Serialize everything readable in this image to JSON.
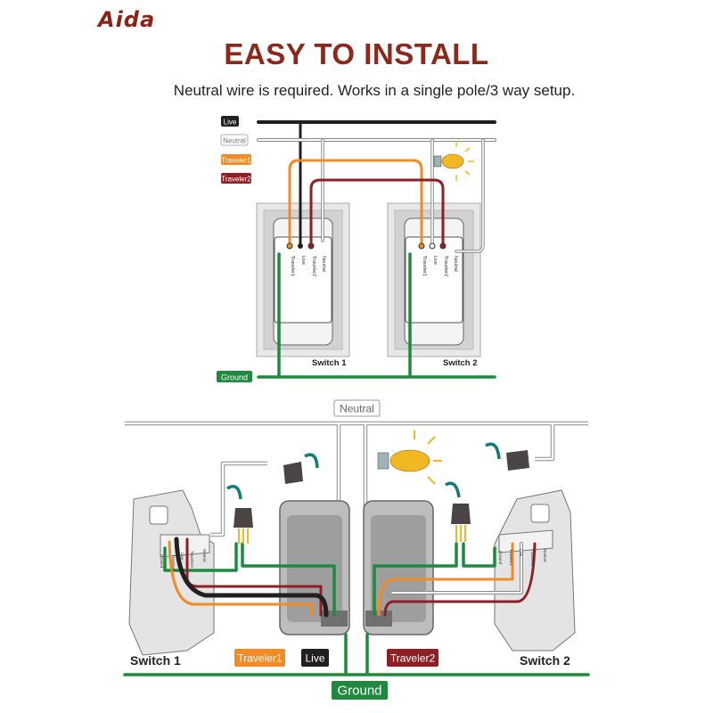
{
  "brand": {
    "logo": "Aida"
  },
  "header": {
    "title": "EASY TO INSTALL",
    "subtitle": "Neutral wire is required. Works in a single pole/3 way setup."
  },
  "colors": {
    "title": "#8b2a1c",
    "live": "#231f20",
    "neutral": "#ffffff",
    "traveler1": "#f28a25",
    "traveler2": "#8e1f24",
    "ground": "#1f8a3f"
  },
  "top_diagram": {
    "legend": {
      "live": "Live",
      "neutral": "Neutral",
      "traveler1": "Traveler1",
      "traveler2": "Traveler2",
      "ground": "Ground"
    },
    "terminals": [
      "Traveler1",
      "Live",
      "Traveler2",
      "Neutral"
    ],
    "switch1": "Switch 1",
    "switch2": "Switch 2"
  },
  "bottom_diagram": {
    "neutral": "Neutral",
    "ground": "Ground",
    "traveler1": "Traveler1",
    "live": "Live",
    "traveler2": "Traveler2",
    "switch1": "Switch 1",
    "switch2": "Switch 2",
    "terminals": [
      "Ground",
      "Traveler1",
      "Live",
      "Traveler2",
      "Neutral"
    ]
  }
}
